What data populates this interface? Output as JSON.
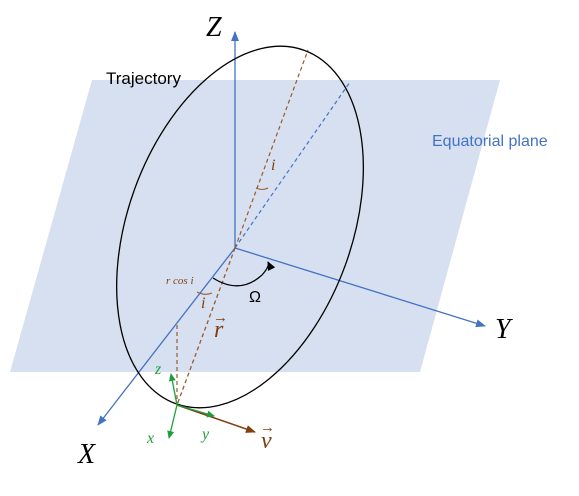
{
  "labels": {
    "trajectory": "Trajectory",
    "equatorial_plane": "Equatorial plane",
    "axis_Z": "Z",
    "axis_Y": "Y",
    "axis_X": "X",
    "incl_upper": "i",
    "incl_lower": "i",
    "r_cos_i": "r cos i",
    "omega": "Ω",
    "r_vec": "r",
    "v_vec": "v",
    "local_z": "z",
    "local_x": "x",
    "local_y": "y",
    "vec_arrow": "→"
  },
  "colors": {
    "plane_fill": "#d6e0f0",
    "axis_blue": "#4472c4",
    "orbit_black": "#000000",
    "brown": "#7f3f10",
    "dashed_brown": "#9a5a2a",
    "green": "#1e9e3a",
    "plane_label": "#4472c4"
  }
}
